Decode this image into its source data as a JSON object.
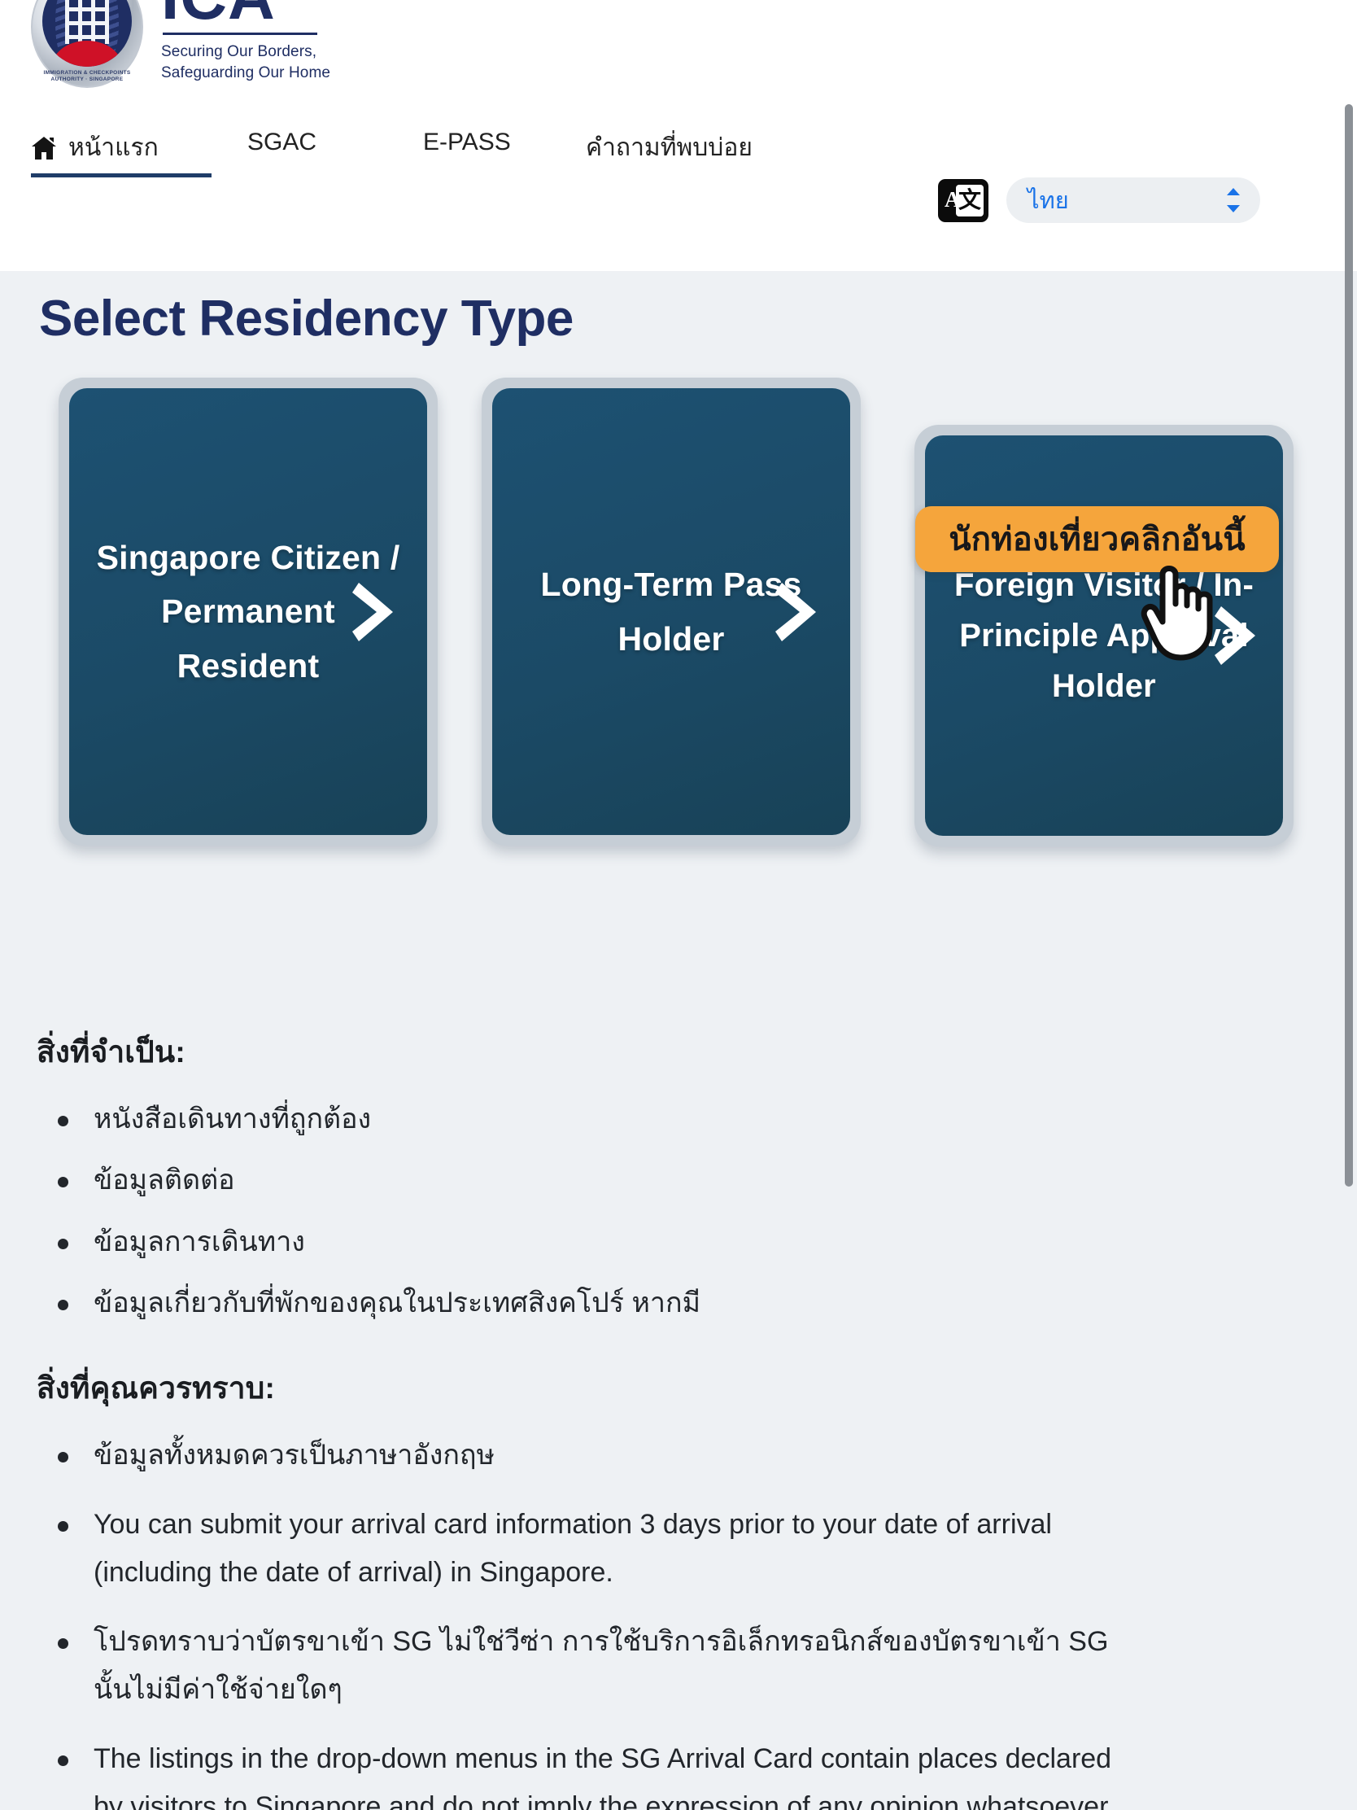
{
  "brand": {
    "acronym": "ICA",
    "tagline_line1": "Securing Our Borders,",
    "tagline_line2": "Safeguarding Our Home",
    "crest_ring_text": "IMMIGRATION & CHECKPOINTS AUTHORITY · SINGAPORE"
  },
  "nav": {
    "items": [
      {
        "label": "หน้าแรก",
        "icon": "home-icon",
        "active": true
      },
      {
        "label": "SGAC",
        "active": false
      },
      {
        "label": "E-PASS",
        "active": false
      },
      {
        "label": "คำถามที่พบบ่อย",
        "active": false
      }
    ]
  },
  "language": {
    "icon": "translate-icon",
    "selected": "ไทย",
    "accent_color": "#1a73e8"
  },
  "page": {
    "title": "Select Residency Type",
    "title_color": "#1f2e63",
    "background_color": "#eef1f4"
  },
  "cards": [
    {
      "label": "Singapore Citizen / Permanent Resident",
      "icon": "chevron-right-icon",
      "background_color": "#1b4a66",
      "border_color": "#c6ced6"
    },
    {
      "label": "Long-Term Pass Holder",
      "icon": "chevron-right-icon",
      "background_color": "#1b4a66",
      "border_color": "#c6ced6"
    },
    {
      "label": "Foreign Visitor / In-Principle Approval Holder",
      "icon": "chevron-right-icon",
      "background_color": "#1b4a66",
      "border_color": "#c6ced6"
    }
  ],
  "tooltip": {
    "text": "นักท่องเที่ยวคลิกอันนี้",
    "background_color": "#F5A53C",
    "text_color": "#18181a"
  },
  "cursor": {
    "icon": "pointing-hand-cursor"
  },
  "sections": [
    {
      "heading": "สิ่งที่จำเป็น:",
      "bullets": [
        "หนังสือเดินทางที่ถูกต้อง",
        "ข้อมูลติดต่อ",
        "ข้อมูลการเดินทาง",
        "ข้อมูลเกี่ยวกับที่พักของคุณในประเทศสิงคโปร์ หากมี"
      ]
    },
    {
      "heading": "สิ่งที่คุณควรทราบ:",
      "bullets": [
        "ข้อมูลทั้งหมดควรเป็นภาษาอังกฤษ",
        "You can submit your arrival card information 3 days prior to your date of arrival (including the date of arrival) in Singapore.",
        "โปรดทราบว่าบัตรขาเข้า SG ไม่ใช่วีซ่า การใช้บริการอิเล็กทรอนิกส์ของบัตรขาเข้า SG นั้นไม่มีค่าใช้จ่ายใดๆ",
        "The listings in the drop-down menus in the SG Arrival Card contain places declared by visitors to Singapore and do not imply the expression of any opinion whatsoever"
      ]
    }
  ],
  "scrollbar": {
    "position": "right"
  }
}
